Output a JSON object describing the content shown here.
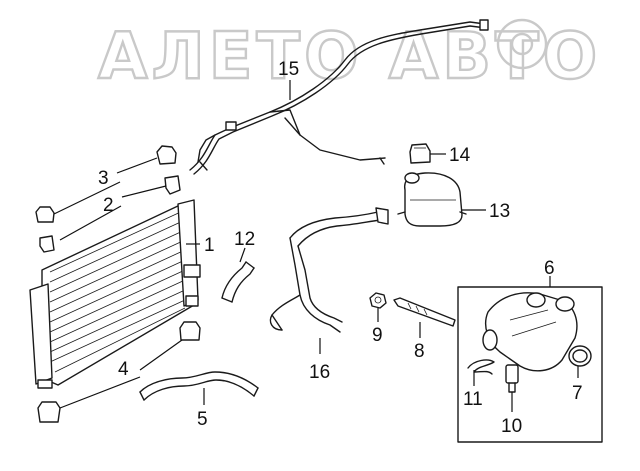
{
  "watermark": {
    "text": "АЛЕТО АВТО"
  },
  "callouts": [
    "1",
    "2",
    "3",
    "4",
    "5",
    "6",
    "7",
    "8",
    "9",
    "10",
    "11",
    "12",
    "13",
    "14",
    "15",
    "16"
  ],
  "colors": {
    "line": "#1a1a1a",
    "watermark": "#c9c9c9",
    "background": "#ffffff"
  }
}
